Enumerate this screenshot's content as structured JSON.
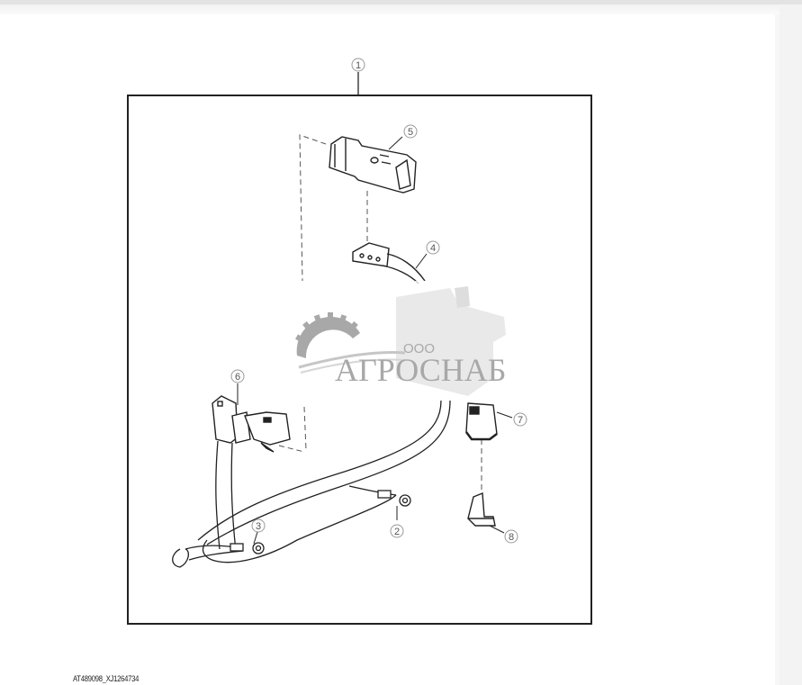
{
  "viewer": {
    "background": "#ffffff",
    "chrome_color": "#e3e3e3"
  },
  "figure": {
    "caption": "AT489098_XJ1264734",
    "callouts": [
      {
        "id": "1",
        "label": "1",
        "part": "wiring-harness-assembly"
      },
      {
        "id": "2",
        "label": "2",
        "part": "ring-terminal-lead"
      },
      {
        "id": "3",
        "label": "3",
        "part": "ring-terminal-lead"
      },
      {
        "id": "4",
        "label": "4",
        "part": "terminal-lock-wedge"
      },
      {
        "id": "5",
        "label": "5",
        "part": "connector-housing"
      },
      {
        "id": "6",
        "label": "6",
        "part": "right-angle-connector"
      },
      {
        "id": "7",
        "label": "7",
        "part": "connector-body"
      },
      {
        "id": "8",
        "label": "8",
        "part": "lock-clip"
      }
    ]
  },
  "watermark": {
    "prefix": "ООО",
    "brand": "АГРОСНАБ",
    "color": "#9a9a9a"
  }
}
